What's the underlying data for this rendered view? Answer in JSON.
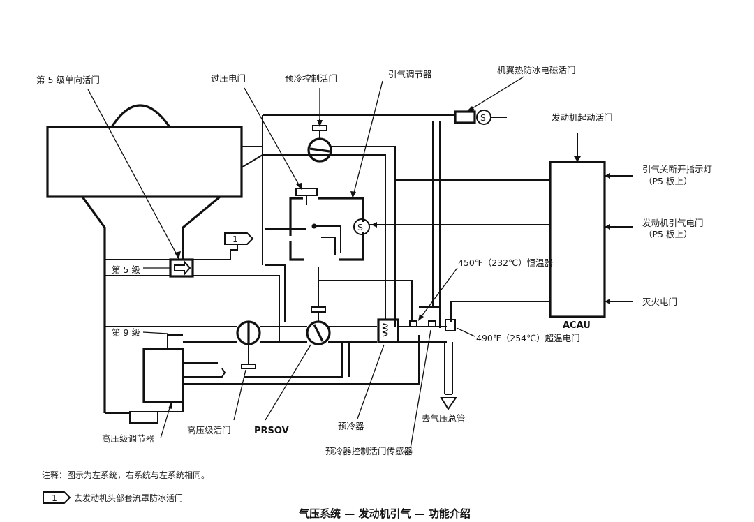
{
  "labels": {
    "stage5_check_valve": "第 5 级单向活门",
    "overpressure_valve": "过压电门",
    "precooler_control_valve": "预冷控制活门",
    "bleed_regulator": "引气调节器",
    "wing_anti_ice_solenoid": "机翼热防冰电磁活门",
    "engine_start_valve": "发动机起动活门",
    "bleed_off_light_1": "引气关断开指示灯",
    "bleed_off_light_2": "（P5 板上）",
    "engine_bleed_switch_1": "发动机引气电门",
    "engine_bleed_switch_2": "（P5 板上）",
    "thermostat_450": "450℉（232℃）恒温器",
    "fire_switch": "灭火电门",
    "acau": "ACAU",
    "overtemp_490": "490℉（254℃）超温电门",
    "stage5": "第 5 级",
    "stage9": "第 9 级",
    "to_manifold": "去气压总管",
    "precooler": "预冷器",
    "precooler_sensor": "预冷器控制活门传感器",
    "hp_valve": "高压级活门",
    "prsov": "PRSOV",
    "hp_regulator": "高压级调节器",
    "s_symbol": "S",
    "flag_number": "1"
  },
  "notes": {
    "note1": "注释：图示为左系统，右系统与左系统相同。",
    "note2": "去发动机头部套流罩防冰活门"
  },
  "title": "气压系统 — 发动机引气 — 功能介绍"
}
